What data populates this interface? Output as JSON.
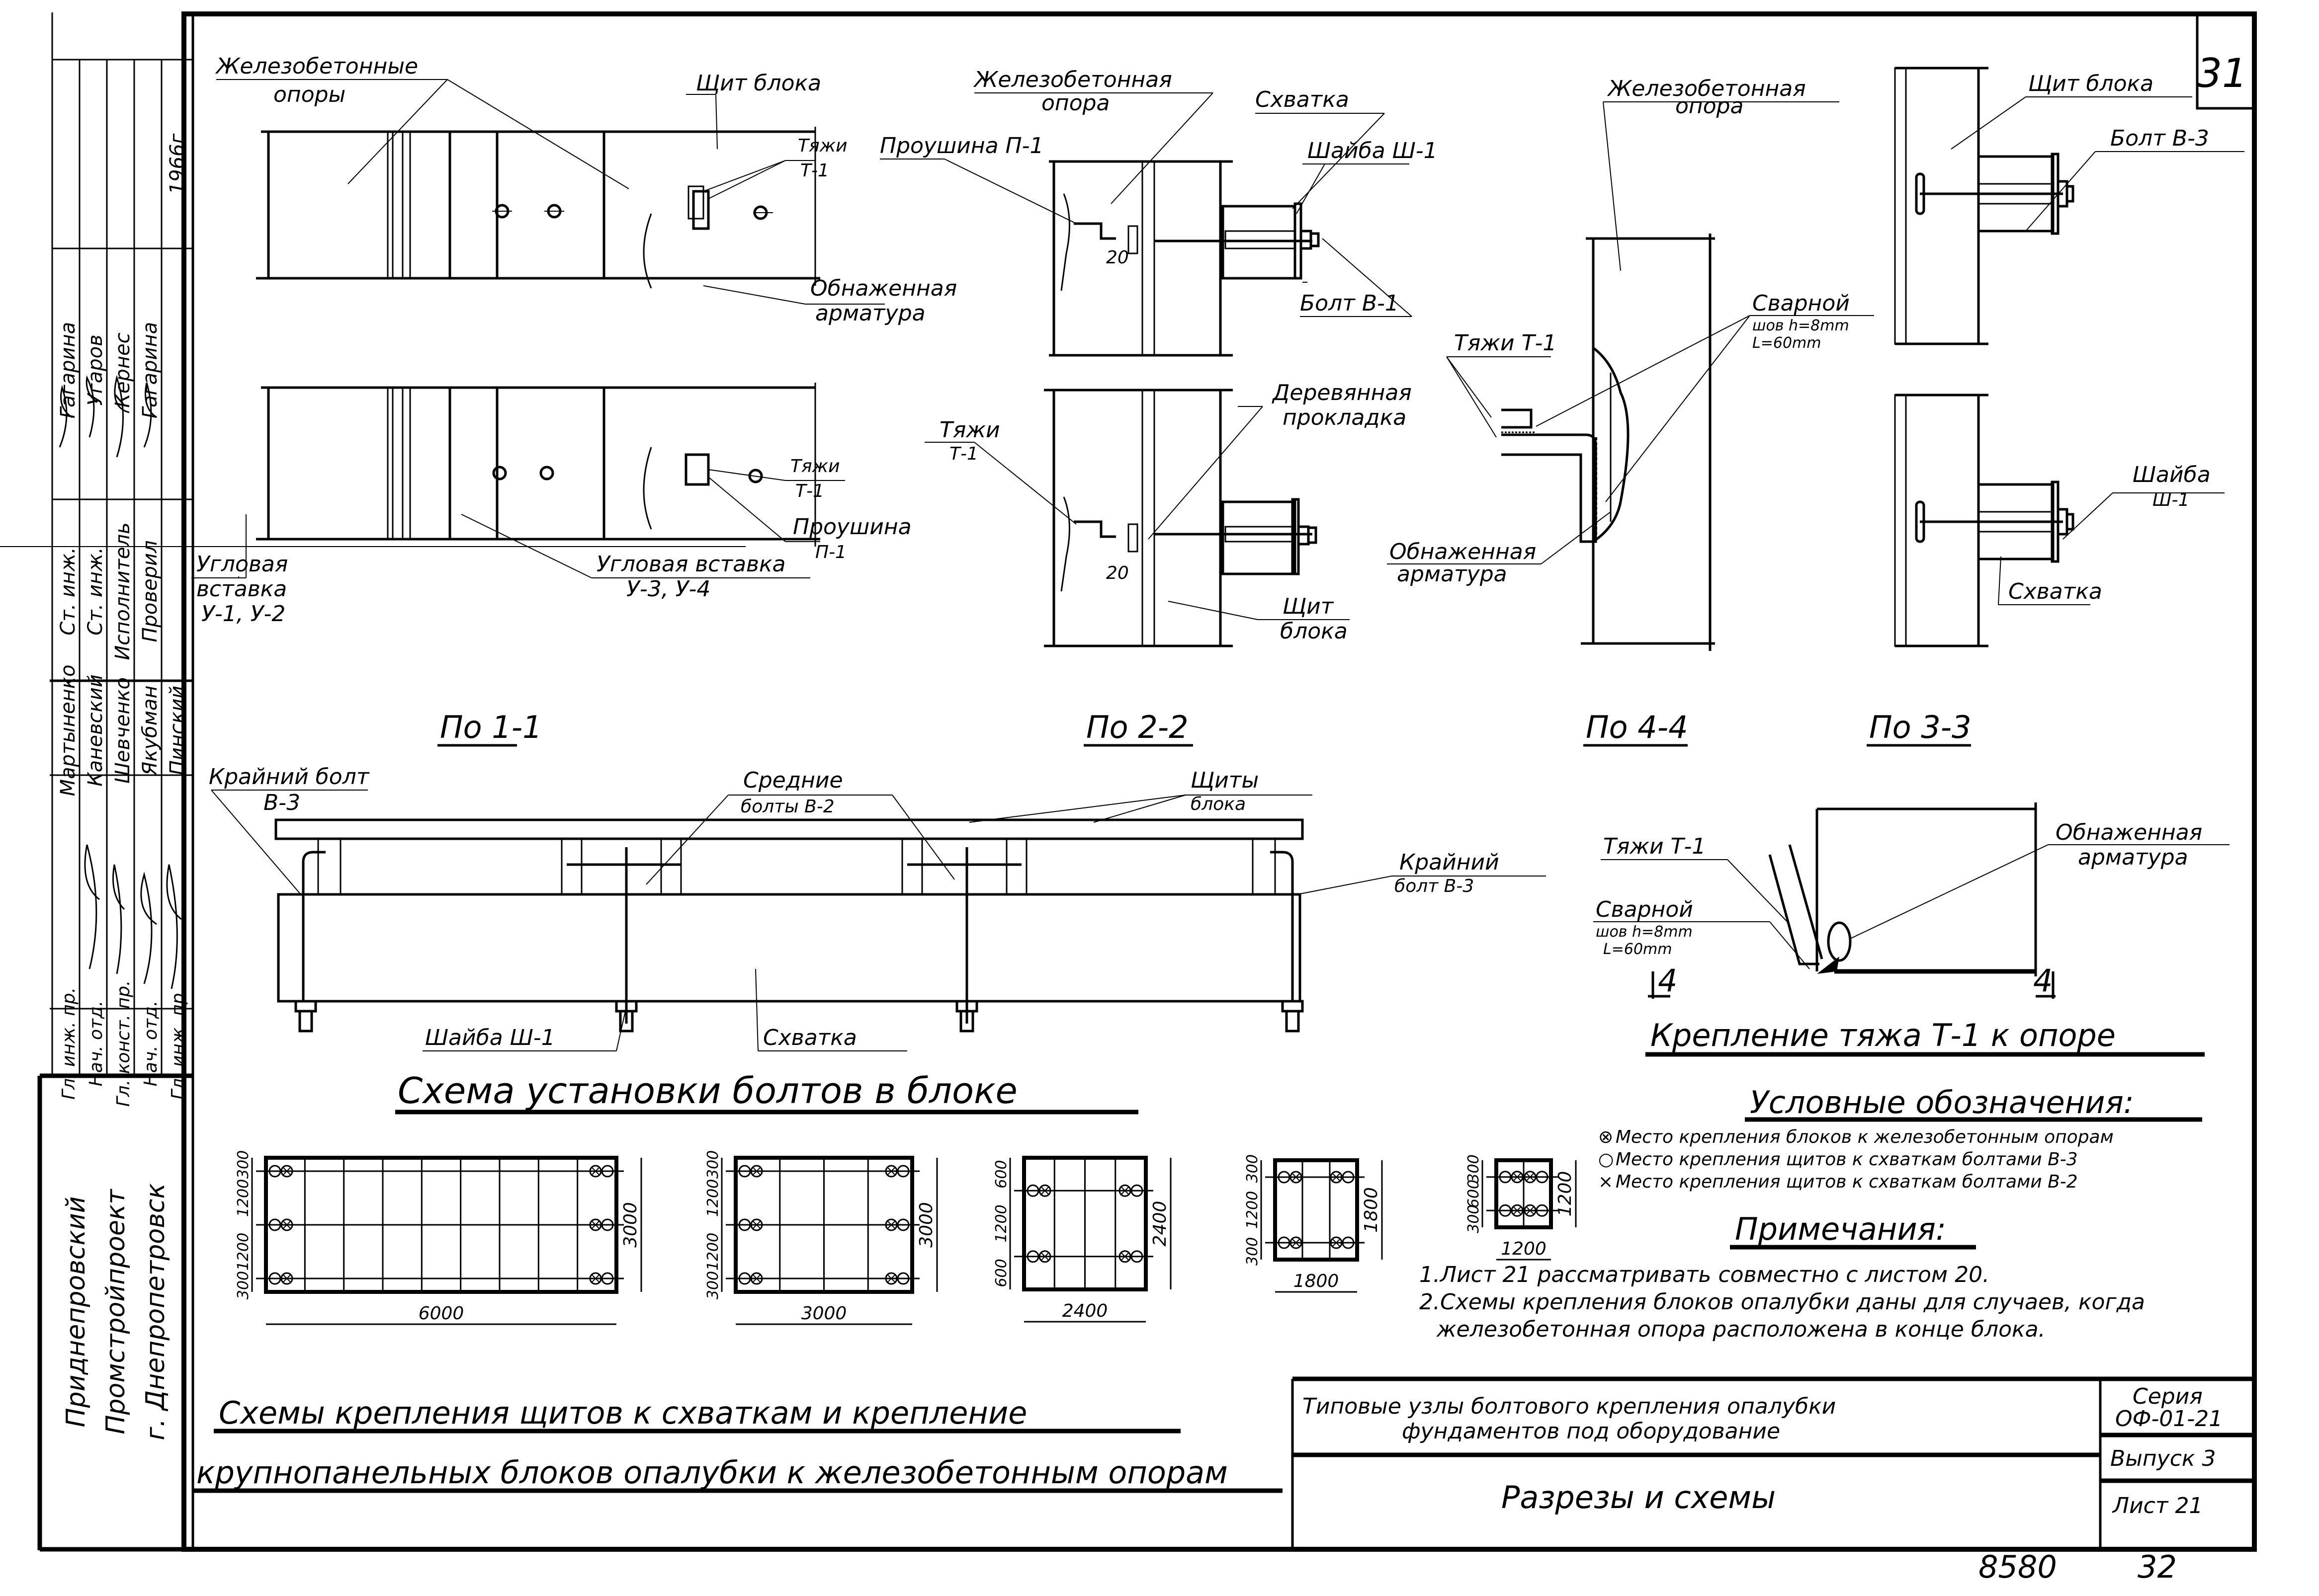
{
  "sheet": {
    "number_box": "31",
    "year": "1966г",
    "archive_number": "8580",
    "page_number": "32"
  },
  "stamp": {
    "names_upper": [
      "Гагарина",
      "Угаров",
      "Кернес",
      "Гагарина"
    ],
    "roles_upper": [
      "Ст. инж.",
      "Ст. инж.",
      "Исполнитель",
      "Проверил"
    ],
    "names_lower": [
      "Мартыненко",
      "Каневский",
      "Шевченко",
      "Якубман",
      "Пинский"
    ],
    "roles_lower": [
      "Гл. инж. пр.",
      "Нач. отд.",
      "Гл. конст. пр.",
      "Нач. отд.",
      "Гл. инж. пр."
    ],
    "org_lines": [
      "Приднепровский",
      "Промстройпроект",
      "г. Днепропетровск"
    ]
  },
  "view_1_1": {
    "title": "По 1-1",
    "labels": {
      "rc_supports_1": "Железобетонные",
      "rc_supports_2": "опоры",
      "panel": "Щит блока",
      "ties_1": "Тяжи",
      "ties_2": "Т-1",
      "exposed_1": "Обнаженная",
      "exposed_2": "арматура",
      "ties_b_1": "Тяжи",
      "ties_b_2": "Т-1",
      "lug_1": "Проушина",
      "lug_2": "П-1",
      "corner_a_1": "Угловая",
      "corner_a_2": "вставка",
      "corner_a_3": "У-1, У-2",
      "corner_b_1": "Угловая вставка",
      "corner_b_2": "У-3, У-4"
    }
  },
  "view_2_2": {
    "title": "По 2-2",
    "labels": {
      "rc_support_1": "Железобетонная",
      "rc_support_2": "опора",
      "waler": "Схватка",
      "lug": "Проушина П-1",
      "washer": "Шайба Ш-1",
      "bolt": "Болт В-1",
      "dim": "20",
      "dim_b": "20",
      "wood_1": "Деревянная",
      "wood_2": "прокладка",
      "ties_1": "Тяжи",
      "ties_2": "Т-1",
      "panel_1": "Щит",
      "panel_2": "блока"
    }
  },
  "view_4_4": {
    "title": "По 4-4",
    "labels": {
      "rc_support_1": "Железобетонная",
      "rc_support_2": "опора",
      "ties": "Тяжи Т-1",
      "weld_1": "Сварной",
      "weld_2": "шов h=8mm",
      "weld_3": "L=60mm",
      "exposed_1": "Обнаженная",
      "exposed_2": "арматура"
    }
  },
  "view_3_3": {
    "title": "По 3-3",
    "labels": {
      "panel": "Щит блока",
      "bolt": "Болт В-3",
      "washer_1": "Шайба",
      "washer_2": "Ш-1",
      "waler": "Схватка"
    }
  },
  "bolt_scheme": {
    "title": "Схема установки болтов в блоке",
    "labels": {
      "edge_bolt_1": "Крайний болт",
      "edge_bolt_2": "В-3",
      "mid_bolts_1": "Средние",
      "mid_bolts_2": "болты В-2",
      "panels_1": "Щиты",
      "panels_2": "блока",
      "edge_bolt_r_1": "Крайний",
      "edge_bolt_r_2": "болт В-3",
      "washer": "Шайба Ш-1",
      "waler": "Схватка"
    }
  },
  "tie_attachment": {
    "title": "Крепление тяжа Т-1 к опоре",
    "labels": {
      "ties": "Тяжи Т-1",
      "exposed_1": "Обнаженная",
      "exposed_2": "арматура",
      "weld_1": "Сварной",
      "weld_2": "шов h=8mm",
      "weld_3": "L=60mm",
      "section_l": "4",
      "section_r": "4"
    }
  },
  "legend": {
    "title": "Условные обозначения:",
    "items": [
      {
        "symbol": "⊗",
        "text": "Место крепления блоков к железобетонным опорам"
      },
      {
        "symbol": "○",
        "text": "Место крепления щитов к схваткам болтами В-3"
      },
      {
        "symbol": "×",
        "text": "Место крепления щитов к схваткам болтами В-2"
      }
    ]
  },
  "notes": {
    "title": "Примечания:",
    "items": [
      "1.Лист 21 рассматривать совместно с листом 20.",
      "2.Схемы крепления блоков опалубки даны для случаев, когда",
      "железобетонная опора расположена в конце блока."
    ]
  },
  "schemes": {
    "title_1": "Схемы крепления щитов к схваткам и крепление",
    "title_2": "крупнопанельных блоков опалубки к железобетонным опорам",
    "blocks": [
      {
        "width": "6000",
        "height": "3000",
        "side_dims": [
          "300",
          "1200",
          "1200",
          "300"
        ]
      },
      {
        "width": "3000",
        "height": "3000",
        "side_dims": [
          "300",
          "1200",
          "1200",
          "300"
        ]
      },
      {
        "width": "2400",
        "height": "2400",
        "side_dims": [
          "600",
          "1200",
          "600"
        ]
      },
      {
        "width": "1800",
        "height": "1800",
        "side_dims": [
          "300",
          "1200",
          "300"
        ]
      },
      {
        "width": "1200",
        "height": "1200",
        "side_dims": [
          "300",
          "600",
          "300"
        ]
      }
    ]
  },
  "title_block": {
    "subject_1": "Типовые узлы болтового крепления опалубки",
    "subject_2": "фундаментов под оборудование",
    "sheet_title": "Разрезы и схемы",
    "series_label": "Серия",
    "series_value": "ОФ-01-21",
    "issue": "Выпуск 3",
    "sheet": "Лист 21"
  }
}
